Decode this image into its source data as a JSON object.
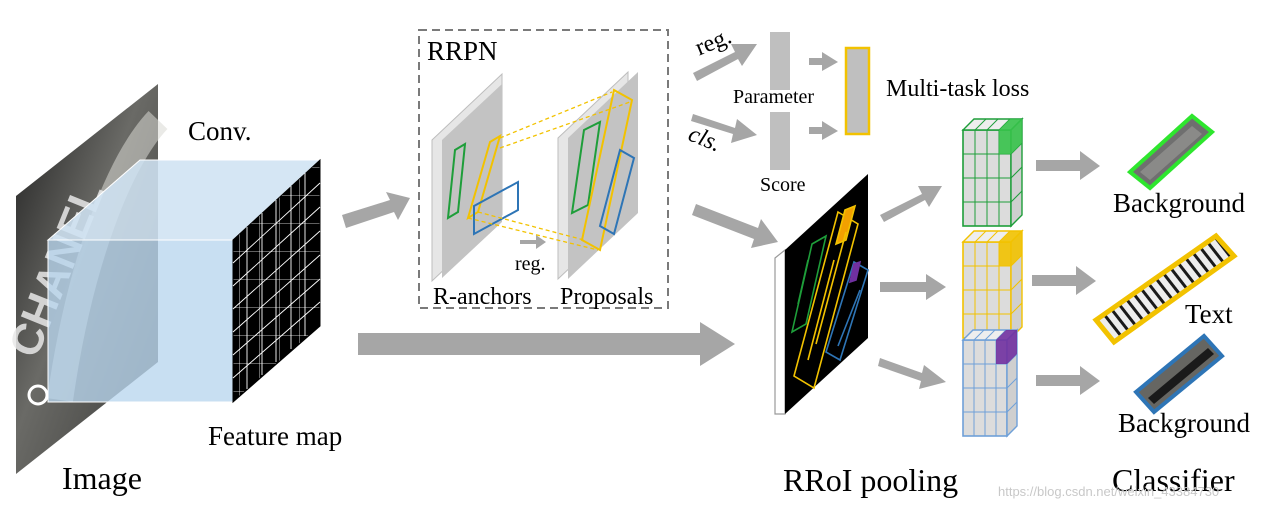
{
  "labels": {
    "conv": "Conv.",
    "feature_map": "Feature map",
    "image": "Image",
    "rrpn": "RRPN",
    "reg_inner": "reg.",
    "r_anchors": "R-anchors",
    "proposals": "Proposals",
    "reg_top": "reg.",
    "cls": "cls.",
    "parameter": "Parameter",
    "score": "Score",
    "multitask_loss": "Multi-task loss",
    "rroi_pooling": "RRoI pooling",
    "background_top": "Background",
    "text": "Text",
    "background_bottom": "Background",
    "classifier": "Classifier"
  },
  "image_text": "CHANEL",
  "watermark": "https://blog.csdn.net/weixin_43384730",
  "colors": {
    "arrow": "#a6a6a6",
    "green": "#1e9e3a",
    "yellow": "#f2c200",
    "blue": "#2e75b6",
    "purple": "#7030a0",
    "cube_face": "#b8d6ee",
    "feature_black": "#000000",
    "bright_green": "#2ee62e"
  }
}
